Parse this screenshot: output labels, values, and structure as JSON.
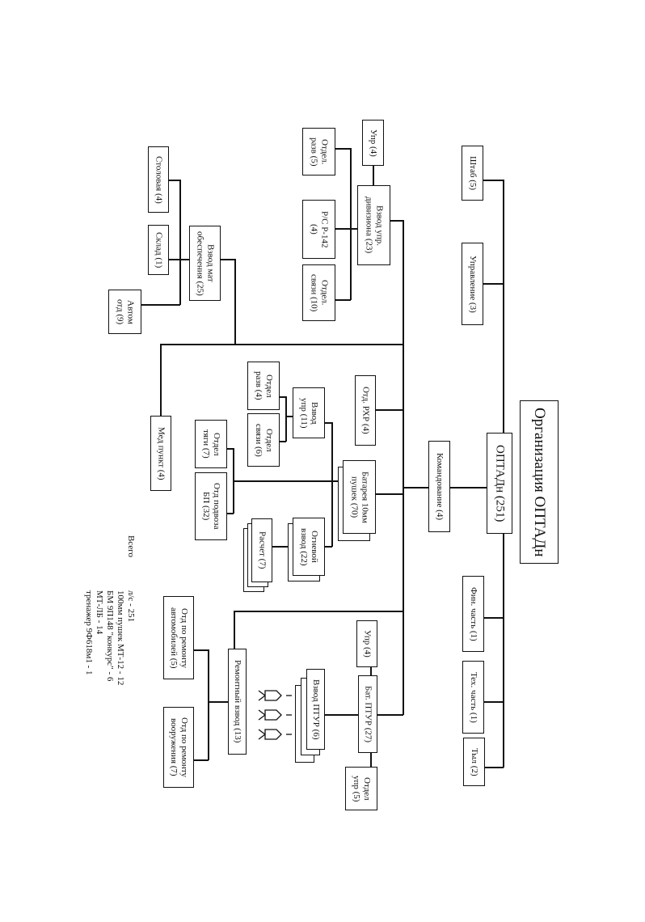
{
  "title": "Организация ОПТАДн",
  "root": "ОПТАДн (251)",
  "command": "Командование (4)",
  "staff": {
    "shtab": "Штаб (5)",
    "upravlenie": "Управление (3)",
    "fin": "Фин. часть (1)",
    "tech": "Тех. часть (1)",
    "tyl": "Тыл (2)"
  },
  "control_platoon": {
    "label": "Взвод упр.\nдивизиона (23)",
    "upr": "Упр (4)",
    "razv": "Отдел.\nразв (5)",
    "radio": "Р/С Р-142\n(4)",
    "svyazi": "Отдел.\nсвязи (10)"
  },
  "supply_platoon": {
    "label": "Взвод мат\nобеспечения (25)",
    "canteen": "Столовая (4)",
    "warehouse": "Склад (1)",
    "auto": "Автом\nотд (9)"
  },
  "med": "Мед пункт (4)",
  "rhr": "Отд. РХР (4)",
  "battery": {
    "label": "Батарея 10мм\nпушек (70)",
    "upr_platoon": "Взвод\nупр (11)",
    "razv": "Отдел\nразв (4)",
    "svyazi": "Отдел\nсвязи (6)",
    "fire_platoon": "Огневой\nвзвод (22)",
    "crew": "Расчет (7)",
    "tyagi": "Отдел\nтяги (7)",
    "podvoz": "Отд подвоза\nБП (32)"
  },
  "atgm": {
    "label": "Бат. ПТУР (27)",
    "upr": "Упр (4)",
    "otdel_upr": "Отдел\nупр (5)",
    "platoon": "Взвод ПТУР (6)"
  },
  "repair": {
    "label": "Ремонтный взвод (13)",
    "auto": "Отд по ремонту\nавтомобилей (5)",
    "weapons": "Отд по ремонту\nвооружения (7)"
  },
  "totals": {
    "heading": "Всего",
    "lines": [
      "л/с - 251",
      "100мм пушек МТ-12 - 12",
      "БМ 9П148 \"конкурс\" - 6",
      "МТ-ЛБ - 14",
      "тренажер 9Ф618м1 - 1"
    ]
  }
}
